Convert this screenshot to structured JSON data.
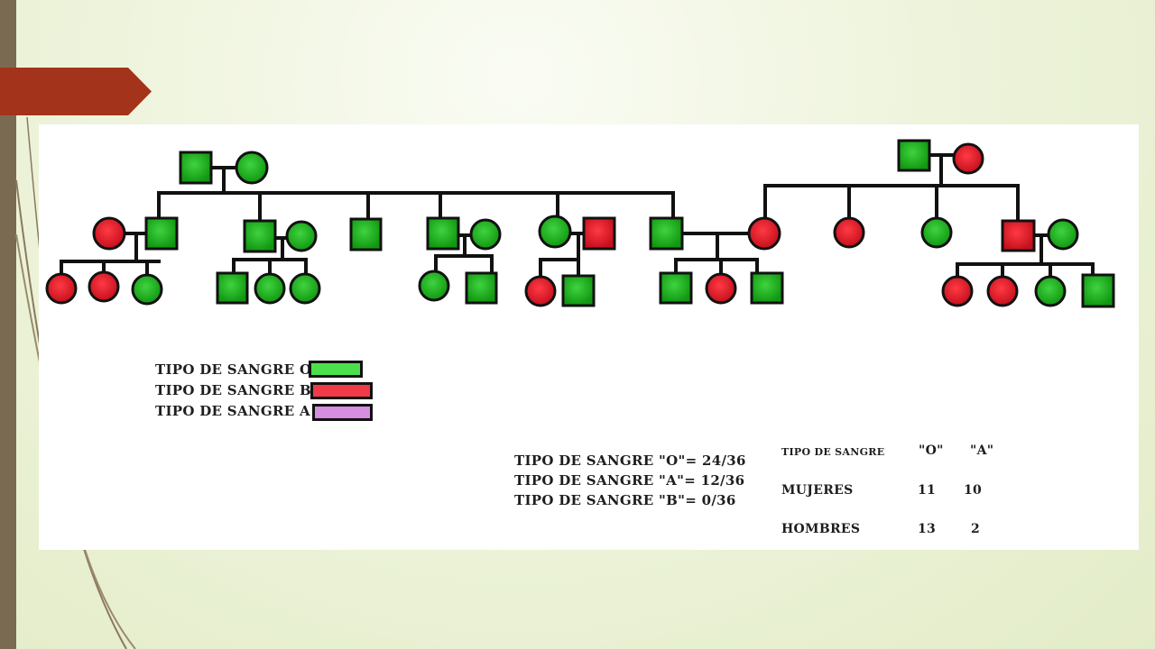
{
  "colors": {
    "type_o": "#1bb21b",
    "type_b": "#e8222e",
    "type_a": "#d58ee0",
    "accent_tab": "#a3331a",
    "side_bar": "#7a6a52"
  },
  "legend": {
    "items": [
      {
        "label": "TIPO DE SANGRE O",
        "color": "#4be04b"
      },
      {
        "label": "TIPO DE SANGRE B",
        "color": "#ee3b47"
      },
      {
        "label": "TIPO DE SANGRE A",
        "color": "#d58ee0"
      }
    ]
  },
  "stats": {
    "lines": [
      "TIPO DE SANGRE \"O\"= 24/36",
      "TIPO DE SANGRE \"A\"= 12/36",
      "TIPO DE SANGRE \"B\"= 0/36"
    ]
  },
  "summary_table": {
    "header_label": "TIPO DE SANGRE",
    "col_o": "\"O\"",
    "col_a": "\"A\"",
    "rows": [
      {
        "label": "MUJERES",
        "o": "11",
        "a": "10"
      },
      {
        "label": "HOMBRES",
        "o": "13",
        "a": "2"
      }
    ]
  },
  "pedigree": {
    "individuals": [
      {
        "id": "L1",
        "sex": "male",
        "blood": "O"
      },
      {
        "id": "L2",
        "sex": "female",
        "blood": "O"
      },
      {
        "id": "L3",
        "sex": "female",
        "blood": "B"
      },
      {
        "id": "L4",
        "sex": "male",
        "blood": "O"
      },
      {
        "id": "L5",
        "sex": "male",
        "blood": "O"
      },
      {
        "id": "L6",
        "sex": "female",
        "blood": "O"
      },
      {
        "id": "L7",
        "sex": "male",
        "blood": "O"
      },
      {
        "id": "L8",
        "sex": "male",
        "blood": "O"
      },
      {
        "id": "L9",
        "sex": "female",
        "blood": "O"
      },
      {
        "id": "L10",
        "sex": "female",
        "blood": "O"
      },
      {
        "id": "L11",
        "sex": "male",
        "blood": "B"
      },
      {
        "id": "L12",
        "sex": "male",
        "blood": "O"
      },
      {
        "id": "L13",
        "sex": "female",
        "blood": "B"
      },
      {
        "id": "L14",
        "sex": "female",
        "blood": "B"
      },
      {
        "id": "L15",
        "sex": "female",
        "blood": "O"
      },
      {
        "id": "L16",
        "sex": "male",
        "blood": "O"
      },
      {
        "id": "L17",
        "sex": "female",
        "blood": "O"
      },
      {
        "id": "L18",
        "sex": "female",
        "blood": "O"
      },
      {
        "id": "L19",
        "sex": "female",
        "blood": "O"
      },
      {
        "id": "L20",
        "sex": "male",
        "blood": "O"
      },
      {
        "id": "L21",
        "sex": "female",
        "blood": "B"
      },
      {
        "id": "L22",
        "sex": "male",
        "blood": "O"
      },
      {
        "id": "M1",
        "sex": "male",
        "blood": "O"
      },
      {
        "id": "M2",
        "sex": "female",
        "blood": "B"
      },
      {
        "id": "M3",
        "sex": "male",
        "blood": "O"
      },
      {
        "id": "R1",
        "sex": "male",
        "blood": "O"
      },
      {
        "id": "R2",
        "sex": "female",
        "blood": "B"
      },
      {
        "id": "R3",
        "sex": "female",
        "blood": "B"
      },
      {
        "id": "R4",
        "sex": "female",
        "blood": "O"
      },
      {
        "id": "R5",
        "sex": "male",
        "blood": "B"
      },
      {
        "id": "R6",
        "sex": "female",
        "blood": "O"
      },
      {
        "id": "R7",
        "sex": "female",
        "blood": "B"
      },
      {
        "id": "R8",
        "sex": "female",
        "blood": "B"
      },
      {
        "id": "R9",
        "sex": "female",
        "blood": "O"
      },
      {
        "id": "R10",
        "sex": "male",
        "blood": "O"
      }
    ]
  }
}
